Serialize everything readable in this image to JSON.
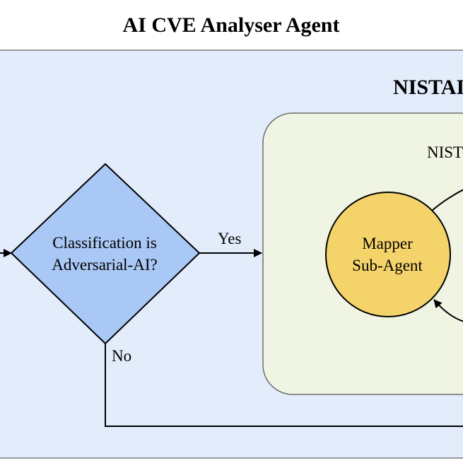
{
  "diagram": {
    "title": "AI CVE Analyser Agent",
    "container_label": "NISTAI",
    "inner_label": "NIST",
    "decision": {
      "line1": "Classification is",
      "line2": "Adversarial-AI?"
    },
    "yes_label": "Yes",
    "no_label": "No",
    "mapper": {
      "line1": "Mapper",
      "line2": "Sub-Agent"
    }
  },
  "colors": {
    "outer_fill": "#e2ecfb",
    "outer_stroke": "#9a9a9a",
    "inner_fill": "#f0f5e3",
    "inner_stroke": "#6e6e6e",
    "diamond_fill": "#a9c8f5",
    "circle_fill": "#f5d36b",
    "line": "#000000"
  }
}
